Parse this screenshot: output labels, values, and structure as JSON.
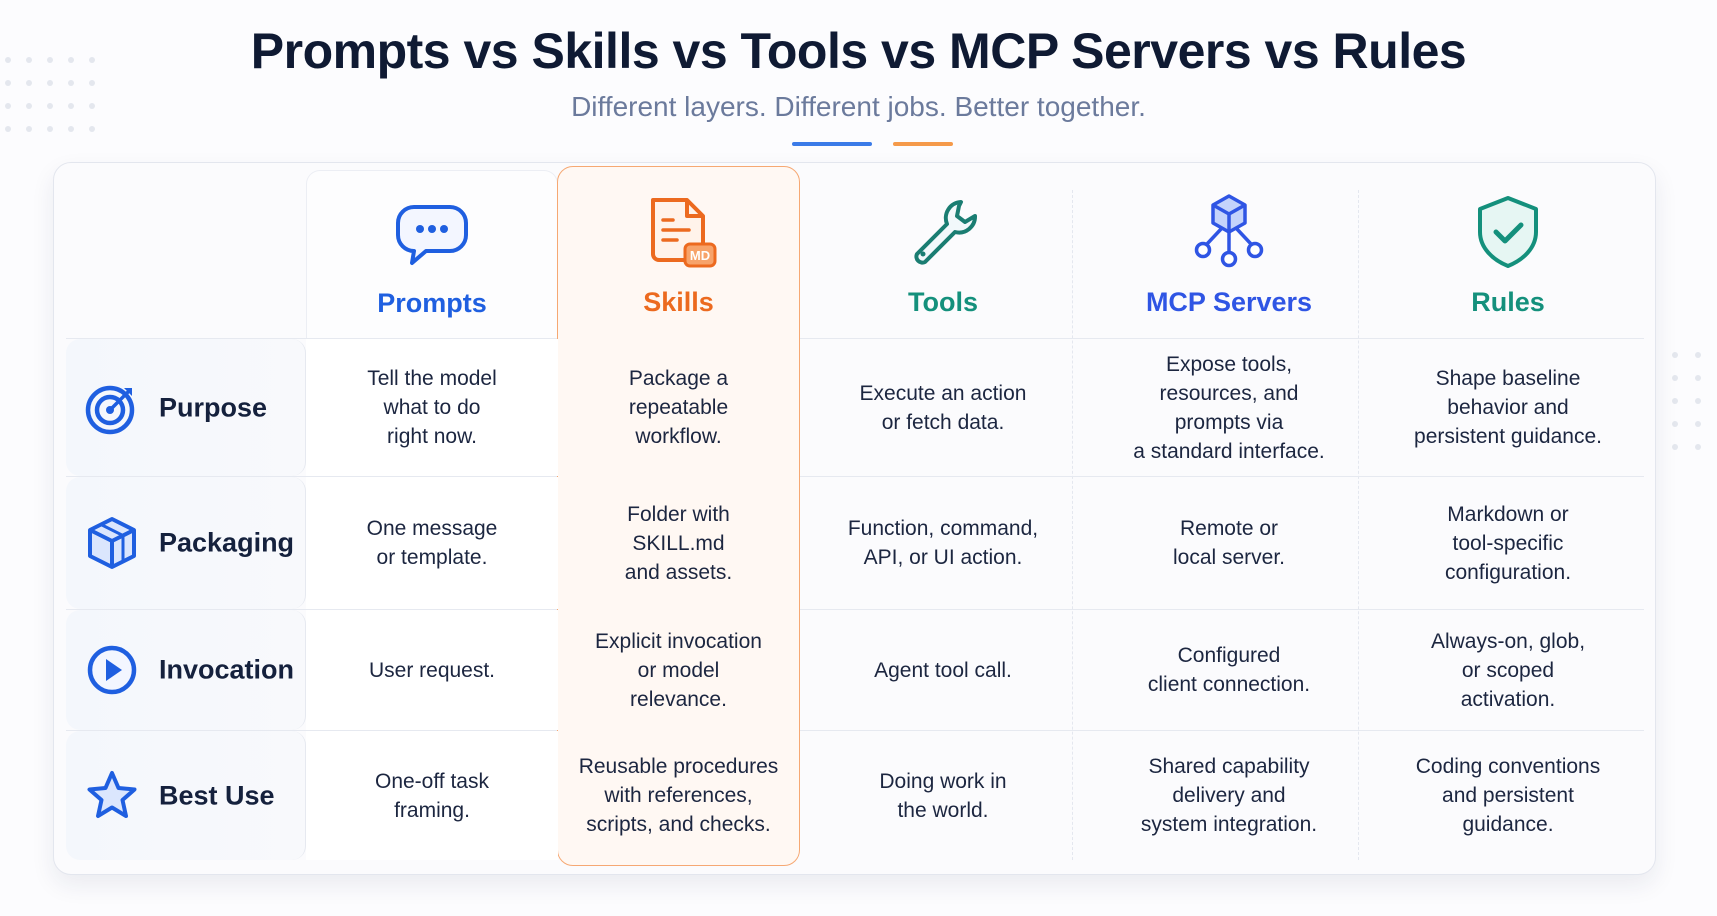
{
  "header": {
    "title": "Prompts vs Skills vs Tools vs MCP Servers vs Rules",
    "subtitle": "Different layers. Different jobs. Better together."
  },
  "colors": {
    "prompts": "#1f5fe0",
    "skills": "#ec6a1f",
    "tools": "#14907c",
    "mcp_servers": "#2f55e4",
    "rules": "#14907c",
    "accent_blue": "#3b7be8",
    "accent_orange": "#f59a4a"
  },
  "columns": [
    {
      "key": "prompts",
      "label": "Prompts",
      "icon": "chat-bubble-icon"
    },
    {
      "key": "skills",
      "label": "Skills",
      "icon": "markdown-file-icon",
      "icon_badge": "MD"
    },
    {
      "key": "tools",
      "label": "Tools",
      "icon": "wrench-icon"
    },
    {
      "key": "mcp_servers",
      "label": "MCP Servers",
      "icon": "network-cube-icon"
    },
    {
      "key": "rules",
      "label": "Rules",
      "icon": "shield-check-icon"
    }
  ],
  "rows": [
    {
      "label": "Purpose",
      "icon": "target-icon",
      "cells": [
        "Tell the model\nwhat to do\nright now.",
        "Package a\nrepeatable\nworkflow.",
        "Execute an action\nor fetch data.",
        "Expose tools,\nresources, and\nprompts via\na standard interface.",
        "Shape baseline\nbehavior and\npersistent guidance."
      ]
    },
    {
      "label": "Packaging",
      "icon": "package-box-icon",
      "cells": [
        "One message\nor template.",
        "Folder with\nSKILL.md\nand assets.",
        "Function, command,\nAPI, or UI action.",
        "Remote or\nlocal server.",
        "Markdown or\ntool-specific\nconfiguration."
      ]
    },
    {
      "label": "Invocation",
      "icon": "play-circle-icon",
      "cells": [
        "User request.",
        "Explicit invocation\nor model\nrelevance.",
        "Agent tool call.",
        "Configured\nclient connection.",
        "Always-on, glob,\nor scoped\nactivation."
      ]
    },
    {
      "label": "Best Use",
      "icon": "star-icon",
      "cells": [
        "One-off task\nframing.",
        "Reusable procedures\nwith references,\nscripts, and checks.",
        "Doing work in\nthe world.",
        "Shared capability\ndelivery and\nsystem integration.",
        "Coding conventions\nand persistent\nguidance."
      ]
    }
  ]
}
